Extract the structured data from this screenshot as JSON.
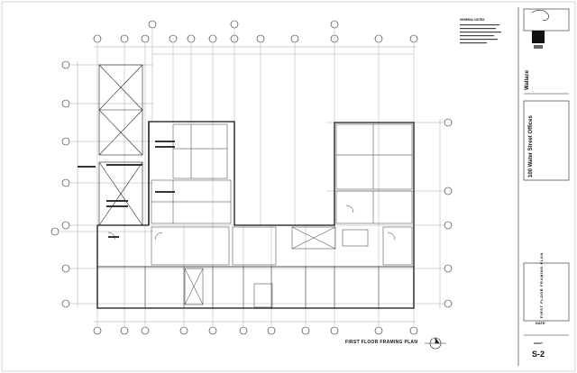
{
  "drawing": {
    "plan_title": "FIRST FLOOR FRAMING PLAN"
  },
  "notes": {
    "title": "GENERAL NOTES"
  },
  "title_block": {
    "firm": "Wallace",
    "project": "100 Water Street Offices",
    "sheet_title": "FIRST FLOOR FRAMING PLAN",
    "date_label": "DATE",
    "sheet_label": "SHEET",
    "sheet_number": "S-2"
  }
}
